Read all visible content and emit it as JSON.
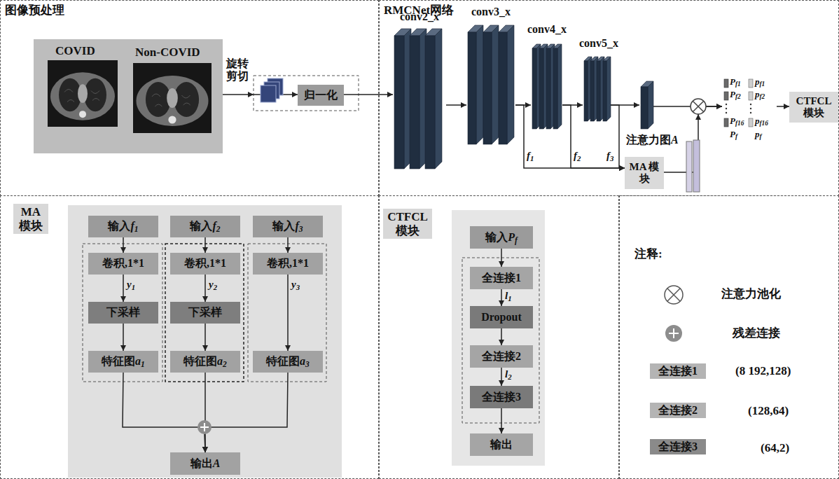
{
  "diagram": {
    "nodes": [
      {
        "text": [
          "图像预处理"
        ]
      },
      {
        "text": [
          "COVID",
          "Non-COVID"
        ],
        "in": 0
      },
      {
        "text": [
          "归一化"
        ],
        "in": 0
      },
      {
        "text": [
          "RMCNet网络"
        ]
      },
      {
        "text": [
          "conv2_x"
        ],
        "in": 3
      },
      {
        "text": [
          "conv3_x"
        ],
        "in": 3
      },
      {
        "text": [
          "conv4_x"
        ],
        "in": 3
      },
      {
        "text": [
          "conv5_x"
        ],
        "in": 3
      },
      {
        "text": [
          "注意力图A"
        ],
        "in": 3
      },
      {
        "text": [
          "MA 模块"
        ],
        "in": 3
      },
      {
        "text": [
          "Pf1",
          "pf1",
          "Pf2",
          "pf2",
          "Pf16",
          "pf16",
          "Pf",
          "pf"
        ],
        "in": 3
      },
      {
        "text": [
          "CTFCL 模块"
        ],
        "in": 3
      },
      {
        "text": [
          "MA 模块"
        ]
      },
      {
        "text": [
          "输入f1"
        ],
        "in": 12
      },
      {
        "text": [
          "卷积,1*1"
        ],
        "in": 12
      },
      {
        "text": [
          "下采样"
        ],
        "in": 12
      },
      {
        "text": [
          "特征图a1"
        ],
        "in": 12
      },
      {
        "text": [
          "输入f2"
        ],
        "in": 12
      },
      {
        "text": [
          "卷积,1*1"
        ],
        "in": 12
      },
      {
        "text": [
          "下采样"
        ],
        "in": 12
      },
      {
        "text": [
          "特征图a2"
        ],
        "in": 12
      },
      {
        "text": [
          "输入f3"
        ],
        "in": 12
      },
      {
        "text": [
          "卷积,1*1"
        ],
        "in": 12
      },
      {
        "text": [
          "特征图a3"
        ],
        "in": 12
      },
      {
        "text": [
          "输出A"
        ],
        "in": 12
      },
      {
        "text": [
          "CTFCL 模块"
        ]
      },
      {
        "text": [
          "输入Pf"
        ],
        "in": 25
      },
      {
        "text": [
          "全连接1"
        ],
        "in": 25
      },
      {
        "text": [
          "Dropout"
        ],
        "in": 25
      },
      {
        "text": [
          "全连接2"
        ],
        "in": 25
      },
      {
        "text": [
          "全连接3"
        ],
        "in": 25
      },
      {
        "text": [
          "输出"
        ],
        "in": 25
      },
      {
        "text": [
          "注释:"
        ]
      }
    ],
    "edges": [
      {
        "from": 1,
        "to": 2,
        "label": "旋转 剪切",
        "arrow": "to"
      },
      {
        "from": 2,
        "to": 4,
        "arrow": "to"
      },
      {
        "from": 4,
        "to": 5,
        "arrow": "to"
      },
      {
        "from": 5,
        "to": 6,
        "arrow": "to"
      },
      {
        "from": 6,
        "to": 7,
        "arrow": "to"
      },
      {
        "from": 7,
        "to": 8,
        "arrow": "to"
      },
      {
        "from": 5,
        "to": 9,
        "label": "f1",
        "arrow": "to"
      },
      {
        "from": 6,
        "to": 9,
        "label": "f2",
        "arrow": "to"
      },
      {
        "from": 7,
        "to": 9,
        "label": "f3",
        "arrow": "to"
      },
      {
        "from": 8,
        "to": 10,
        "arrow": "to"
      },
      {
        "from": 9,
        "to": 10,
        "arrow": "to"
      },
      {
        "from": 10,
        "to": 11,
        "arrow": "to"
      },
      {
        "from": 13,
        "to": 14,
        "arrow": "to"
      },
      {
        "from": 14,
        "to": 15,
        "label": "y1",
        "arrow": "to"
      },
      {
        "from": 15,
        "to": 16,
        "arrow": "to"
      },
      {
        "from": 17,
        "to": 18,
        "arrow": "to"
      },
      {
        "from": 18,
        "to": 19,
        "label": "y2",
        "arrow": "to"
      },
      {
        "from": 19,
        "to": 20,
        "arrow": "to"
      },
      {
        "from": 21,
        "to": 22,
        "arrow": "to"
      },
      {
        "from": 22,
        "to": 23,
        "label": "y3",
        "arrow": "to"
      },
      {
        "from": 16,
        "to": 24,
        "arrow": "to"
      },
      {
        "from": 20,
        "to": 24,
        "arrow": "to"
      },
      {
        "from": 23,
        "to": 24,
        "arrow": "to"
      },
      {
        "from": 26,
        "to": 27,
        "arrow": "to"
      },
      {
        "from": 27,
        "to": 28,
        "label": "l1",
        "arrow": "to"
      },
      {
        "from": 28,
        "to": 29,
        "arrow": "to"
      },
      {
        "from": 29,
        "to": 30,
        "label": "l2",
        "arrow": "to"
      },
      {
        "from": 30,
        "to": 31,
        "arrow": "to"
      }
    ],
    "labels": [
      "全连接1",
      "全连接2",
      "全连接3"
    ],
    "legend": [
      {
        "text": "注意力池化"
      },
      {
        "text": "残差连接"
      },
      {
        "text": "(8 192,128)",
        "color": "#b4b4b4"
      },
      {
        "text": "(128,64)",
        "color": "#b4b4b4"
      },
      {
        "text": "(64,2)",
        "color": "#8a8a8a"
      }
    ]
  }
}
